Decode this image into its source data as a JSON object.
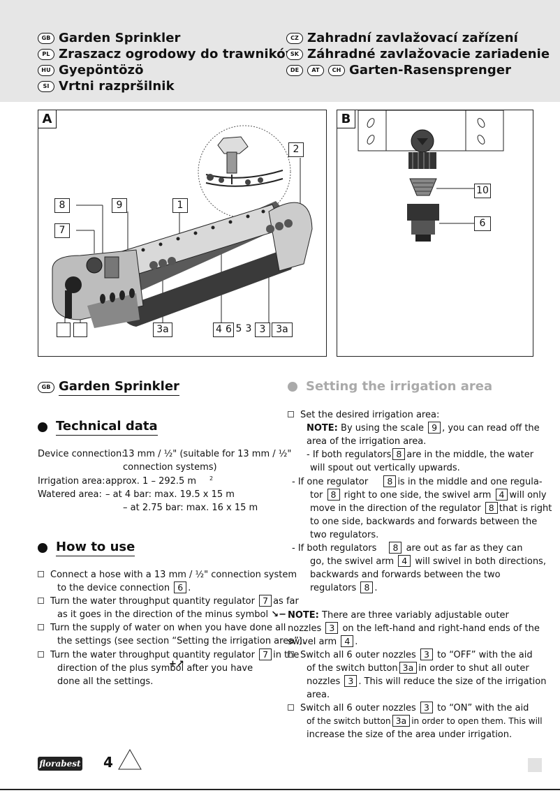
{
  "languages": [
    {
      "code": "GB",
      "title": "Garden Sprinkler"
    },
    {
      "code": "PL",
      "title": "Zraszacz ogrodowy do trawników"
    },
    {
      "code": "HU",
      "title": "Gyepöntözö"
    },
    {
      "code": "SI",
      "title": "Vrtni razpršilnik"
    },
    {
      "code": "CZ",
      "title": "Zahradní zavlažovací zařízení"
    },
    {
      "code": "SK",
      "title": "Záhradné zavlažovacie zariadenie"
    },
    {
      "codes": [
        "DE",
        "AT",
        "CH"
      ],
      "title": "Garten-Rasensprenger"
    }
  ],
  "figure_a": {
    "letter": "A",
    "callouts_top": [
      "2",
      "8",
      "9",
      "1",
      "7"
    ],
    "callouts_bottom": [
      "",
      "",
      "3a",
      "4",
      "6",
      "5",
      "3",
      "3",
      "3a"
    ]
  },
  "figure_b": {
    "letter": "B",
    "callouts": [
      "10",
      "6"
    ]
  },
  "left": {
    "lang_code": "GB",
    "title": "Garden Sprinkler",
    "tech_heading": "Technical data",
    "tech": {
      "device_label": "Device connection:",
      "device_value": "13 mm / ½\" (suitable for 13 mm / ½\"",
      "device_value2": "connection systems)",
      "area_label": "Irrigation area:",
      "area_value": "approx. 1 – 292.5 m",
      "area_sup": "2",
      "watered_label": "Watered area:",
      "watered_value1": "– at 4 bar: max. 19.5 x 15 m",
      "watered_value2": "– at 2.75 bar: max. 16 x 15 m"
    },
    "use_heading": "How to use",
    "use": {
      "l1": "Connect a hose with a 13 mm / ½\" connection system",
      "l2a": "to the device connection",
      "l2box": "6",
      "l2b": ".",
      "l3a": "Turn the water throughput quantity regulator",
      "l3box": "7",
      "l3b": "as far",
      "l4": "as it goes in the direction of the minus symbol",
      "l5": "Turn the supply of water on when you have done all",
      "l6": "the settings (see section “Setting the irrigation area”).",
      "l7a": "Turn the water throughput quantity regulator",
      "l7box": "7",
      "l7b": "in the",
      "l8": "direction of the plus symbol after you have",
      "l9": "done all the settings."
    }
  },
  "right": {
    "heading": "Setting the irrigation area",
    "r1": "Set the desired irrigation area:",
    "r2note": "NOTE:",
    "r2a": "By using the scale",
    "r2box": "9",
    "r2b": ", you can read off the",
    "r3": "area of the irrigation area.",
    "r4a": "- If both regulators",
    "r4box": "8",
    "r4b": "are in the middle, the water",
    "r5": "will spout out vertically upwards.",
    "r6a": "- If one regulator",
    "r6box": "8",
    "r6b": "is in the middle and one regula-",
    "r7a": "tor",
    "r7box1": "8",
    "r7b": "right to one side, the swivel arm",
    "r7box2": "4",
    "r7c": "will only",
    "r8a": "move in the direction of the regulator",
    "r8box": "8",
    "r8b": "that is right",
    "r9": "to one side, backwards and forwards between the",
    "r10": "two regulators.",
    "r11a": "- If both regulators",
    "r11box": "8",
    "r11b": "are out as far as they can",
    "r12a": "go, the swivel arm",
    "r12box": "4",
    "r12b": "will swivel in both directions,",
    "r13": "backwards and forwards between the two",
    "r14a": "regulators",
    "r14box": "8",
    "r14b": ".",
    "n1note": "NOTE:",
    "n1": "There are three variably adjustable outer",
    "n2a": "nozzles",
    "n2box": "3",
    "n2b": "on the left-hand and right-hand ends of the",
    "n3a": "swivel arm",
    "n3box": "4",
    "n3b": ".",
    "s1a": "Switch all 6 outer nozzles",
    "s1box": "3",
    "s1b": "to “OFF” with the aid",
    "s2a": "of the switch button",
    "s2box": "3a",
    "s2b": "in order to shut all outer",
    "s3a": "nozzles",
    "s3box": "3",
    "s3b": ". This will reduce the size of the irrigation",
    "s4": "area.",
    "t1a": "Switch all 6 outer nozzles",
    "t1box": "3",
    "t1b": "to “ON” with the aid",
    "t2a": "of the switch button",
    "t2box": "3a",
    "t2b": "in order to open them. This will",
    "t3": "increase the size of the area under irrigation."
  },
  "footer": {
    "brand": "florabest",
    "page": "4"
  }
}
